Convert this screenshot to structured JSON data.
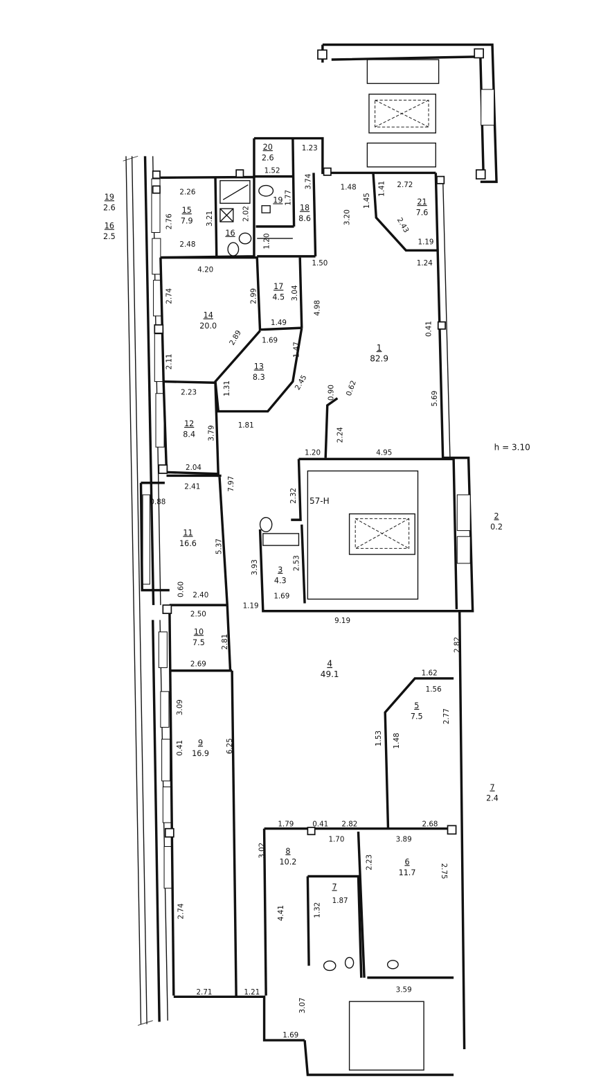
{
  "plan": {
    "height_label": "h = 3.10",
    "unit_label": "57-Н",
    "rooms": [
      {
        "num": "1",
        "area": "82.9"
      },
      {
        "num": "2",
        "area": "0.2"
      },
      {
        "num": "3",
        "area": "4.3"
      },
      {
        "num": "4",
        "area": "49.1"
      },
      {
        "num": "5",
        "area": "7.5"
      },
      {
        "num": "6",
        "area": "11.7"
      },
      {
        "num": "7",
        "area": "2.4"
      },
      {
        "num": "7",
        "area": ""
      },
      {
        "num": "8",
        "area": "10.2"
      },
      {
        "num": "9",
        "area": "16.9"
      },
      {
        "num": "10",
        "area": "7.5"
      },
      {
        "num": "11",
        "area": "16.6"
      },
      {
        "num": "12",
        "area": "8.4"
      },
      {
        "num": "13",
        "area": "8.3"
      },
      {
        "num": "14",
        "area": "20.0"
      },
      {
        "num": "15",
        "area": "7.9"
      },
      {
        "num": "16",
        "area": ""
      },
      {
        "num": "16",
        "area": "2.5"
      },
      {
        "num": "17",
        "area": "4.5"
      },
      {
        "num": "18",
        "area": "8.6"
      },
      {
        "num": "19",
        "area": ""
      },
      {
        "num": "19",
        "area": "2.6"
      },
      {
        "num": "20",
        "area": "2.6"
      },
      {
        "num": "21",
        "area": "7.6"
      }
    ],
    "dimensions": {
      "d_2_26": "2.26",
      "d_2_76": "2.76",
      "d_3_21": "3.21",
      "d_2_02": "2.02",
      "d_2_48": "2.48",
      "d_1_52": "1.52",
      "d_1_23": "1.23",
      "d_1_77": "1.77",
      "d_3_74": "3.74",
      "d_1_20a": "1.20",
      "d_1_48a": "1.48",
      "d_1_45": "1.45",
      "d_1_41": "1.41",
      "d_2_72": "2.72",
      "d_2_43": "2.43",
      "d_3_20": "3.20",
      "d_1_19a": "1.19",
      "d_1_50": "1.50",
      "d_1_24": "1.24",
      "d_4_20": "4.20",
      "d_2_74a": "2.74",
      "d_2_99": "2.99",
      "d_3_04": "3.04",
      "d_4_98": "4.98",
      "d_1_49": "1.49",
      "d_2_89": "2.89",
      "d_1_69a": "1.69",
      "d_1_47": "1.47",
      "d_0_41a": "0.41",
      "d_2_11": "2.11",
      "d_2_45": "2.45",
      "d_1_31": "1.31",
      "d_2_23": "2.23",
      "d_0_90": "0.90",
      "d_0_62": "0.62",
      "d_5_69": "5.69",
      "d_3_79": "3.79",
      "d_1_81": "1.81",
      "d_2_24": "2.24",
      "d_1_20b": "1.20",
      "d_4_95": "4.95",
      "d_2_04": "2.04",
      "d_2_41": "2.41",
      "d_7_97": "7.97",
      "d_2_32": "2.32",
      "d_0_88": "0.88",
      "d_5_37": "5.37",
      "d_3_93": "3.93",
      "d_2_53": "2.53",
      "d_1_69b": "1.69",
      "d_0_60": "0.60",
      "d_2_40": "2.40",
      "d_1_19b": "1.19",
      "d_9_19": "9.19",
      "d_2_50": "2.50",
      "d_2_81": "2.81",
      "d_2_69": "2.69",
      "d_2_82a": "2.82",
      "d_1_62": "1.62",
      "d_1_56": "1.56",
      "d_2_77": "2.77",
      "d_3_09": "3.09",
      "d_6_25": "6.25",
      "d_1_53": "1.53",
      "d_1_48b": "1.48",
      "d_0_41b": "0.41",
      "d_1_79": "1.79",
      "d_0_41c": "0.41",
      "d_2_82b": "2.82",
      "d_2_68": "2.68",
      "d_1_70": "1.70",
      "d_3_89": "3.89",
      "d_3_02": "3.02",
      "d_2_23b": "2.23",
      "d_2_75": "2.75",
      "d_1_87": "1.87",
      "d_1_32": "1.32",
      "d_2_74b": "2.74",
      "d_4_41": "4.41",
      "d_2_71": "2.71",
      "d_1_21": "1.21",
      "d_3_59": "3.59",
      "d_3_07": "3.07",
      "d_1_69c": "1.69"
    }
  }
}
